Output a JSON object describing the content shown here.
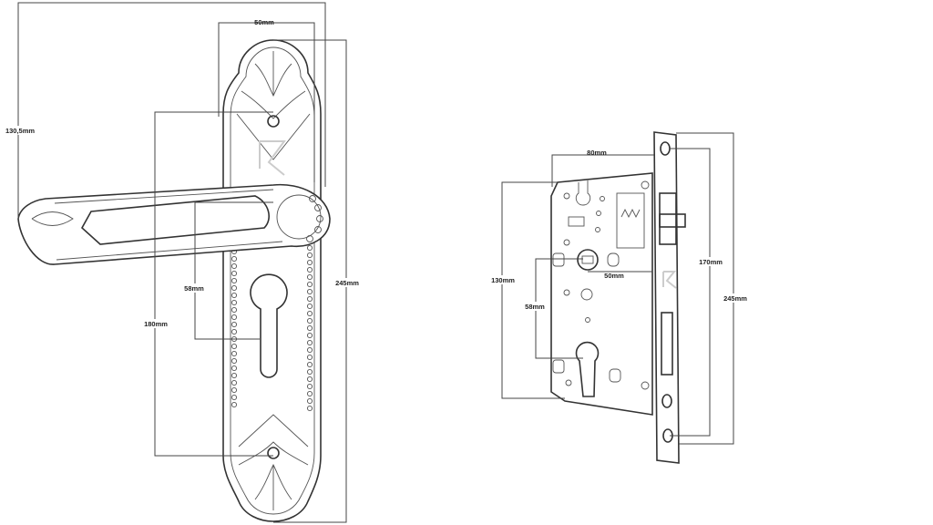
{
  "handle": {
    "width_label": "50mm",
    "lever_length_label": "130,5mm",
    "screw_spacing_label": "180mm",
    "lever_to_cylinder_label": "58mm",
    "plate_height_label": "245mm"
  },
  "lock": {
    "backset_label": "80mm",
    "case_height_label": "130mm",
    "spindle_to_cylinder_label": "58mm",
    "spindle_backset_label": "50mm",
    "screw_spacing_label": "170mm",
    "faceplate_height_label": "245mm"
  },
  "colors": {
    "line": "#333333",
    "background": "#ffffff"
  }
}
